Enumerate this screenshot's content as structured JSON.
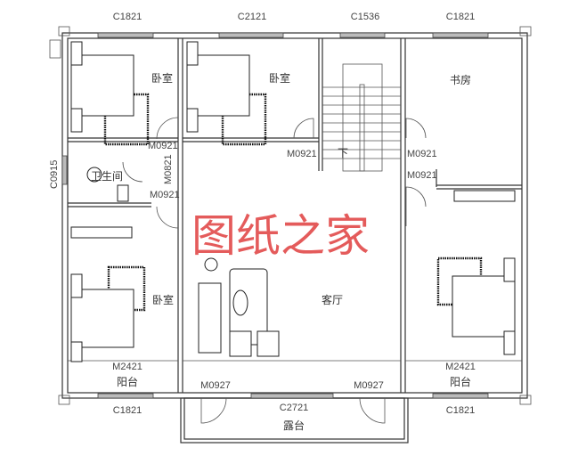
{
  "windows": {
    "top_1": "C1821",
    "top_2": "C2121",
    "top_3": "C1536",
    "top_4": "C1821",
    "left_bath": "C0915",
    "bottom_1": "C1821",
    "bottom_2": "C2721",
    "bottom_3": "C1821"
  },
  "doors": {
    "bed1": "M0921",
    "bath_vertical": "M0821",
    "bath": "M0921",
    "bed2": "M0921",
    "study_1": "M0921",
    "study_2": "M0921",
    "balcony_left": "M2421",
    "balcony_right": "M2421",
    "terrace_left": "M0927",
    "terrace_right": "M0927"
  },
  "rooms": {
    "bedroom_1": "卧室",
    "bedroom_2": "卧室",
    "study": "书房",
    "stair_down": "下",
    "bathroom": "卫生间",
    "bedroom_3": "卧室",
    "living": "客厅",
    "balcony_left": "阳台",
    "balcony_right": "阳台",
    "terrace": "露台"
  },
  "watermark": "图纸之家",
  "colors": {
    "watermark": "#e24a4a",
    "walls": "#333333"
  }
}
